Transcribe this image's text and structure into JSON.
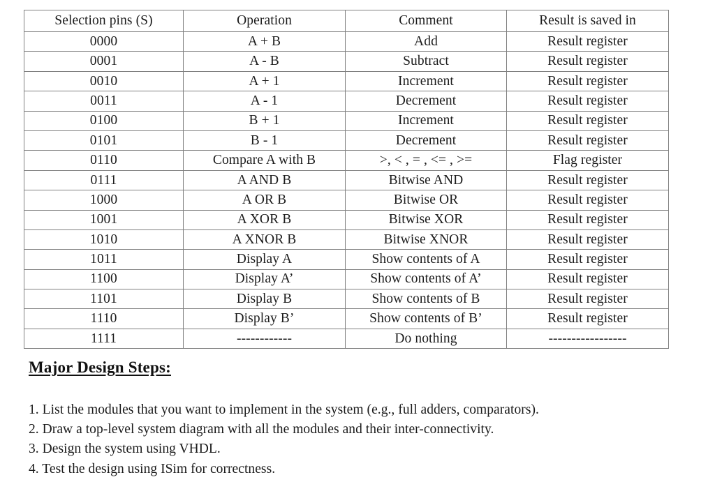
{
  "table": {
    "headers": [
      "Selection pins (S)",
      "Operation",
      "Comment",
      "Result is saved in"
    ],
    "rows": [
      {
        "pins": "0000",
        "operation": "A + B",
        "comment": "Add",
        "result": "Result register"
      },
      {
        "pins": "0001",
        "operation": "A - B",
        "comment": "Subtract",
        "result": "Result register"
      },
      {
        "pins": "0010",
        "operation": "A + 1",
        "comment": "Increment",
        "result": "Result register"
      },
      {
        "pins": "0011",
        "operation": "A - 1",
        "comment": "Decrement",
        "result": "Result register"
      },
      {
        "pins": "0100",
        "operation": "B + 1",
        "comment": "Increment",
        "result": "Result register"
      },
      {
        "pins": "0101",
        "operation": "B - 1",
        "comment": "Decrement",
        "result": "Result register"
      },
      {
        "pins": "0110",
        "operation": "Compare A with B",
        "comment": ">, < , = , <= , >=",
        "result": "Flag register"
      },
      {
        "pins": "0111",
        "operation": "A AND B",
        "comment": "Bitwise AND",
        "result": "Result register"
      },
      {
        "pins": "1000",
        "operation": "A OR B",
        "comment": "Bitwise OR",
        "result": "Result register"
      },
      {
        "pins": "1001",
        "operation": "A XOR B",
        "comment": "Bitwise XOR",
        "result": "Result register"
      },
      {
        "pins": "1010",
        "operation": "A XNOR B",
        "comment": "Bitwise XNOR",
        "result": "Result register"
      },
      {
        "pins": "1011",
        "operation": "Display A",
        "comment": "Show contents of A",
        "result": "Result register"
      },
      {
        "pins": "1100",
        "operation": "Display A’",
        "comment": "Show contents of A’",
        "result": "Result register"
      },
      {
        "pins": "1101",
        "operation": "Display B",
        "comment": "Show contents of B",
        "result": "Result register"
      },
      {
        "pins": "1110",
        "operation": "Display B’",
        "comment": "Show contents of B’",
        "result": "Result register"
      },
      {
        "pins": "1111",
        "operation": "------------",
        "comment": "Do nothing",
        "result": "-----------------"
      }
    ]
  },
  "section": {
    "heading": "Major Design Steps:"
  },
  "steps": [
    "1. List the modules that you want to implement in the system (e.g., full adders, comparators).",
    "2. Draw a top-level system diagram with all the modules and their inter-connectivity.",
    "3. Design the system using VHDL.",
    "4. Test the design using ISim for correctness."
  ]
}
